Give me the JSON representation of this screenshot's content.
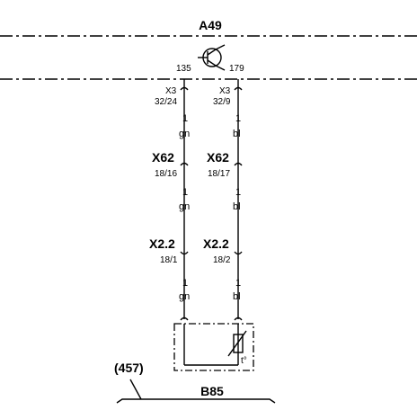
{
  "module_top": {
    "name": "A49",
    "pin_left": "135",
    "pin_right": "179"
  },
  "connectors": {
    "x3": {
      "name": "X3",
      "pin_left": "32/24",
      "pin_right": "32/9"
    },
    "x62": {
      "name": "X62",
      "pin_left": "18/16",
      "pin_right": "18/17"
    },
    "x22": {
      "name": "X2.2",
      "pin_left": "18/1",
      "pin_right": "18/2"
    }
  },
  "wires": {
    "left": {
      "size": "1",
      "color": "gn"
    },
    "right": {
      "size": "1",
      "color": "bl"
    }
  },
  "component_bottom": {
    "name": "B85",
    "symbol_label": "t°"
  },
  "reference": "(457)",
  "colors": {
    "line": "#000000",
    "background": "#ffffff"
  },
  "icons": {
    "module_symbol": "transistor-icon",
    "sensor_symbol": "thermistor-icon"
  }
}
